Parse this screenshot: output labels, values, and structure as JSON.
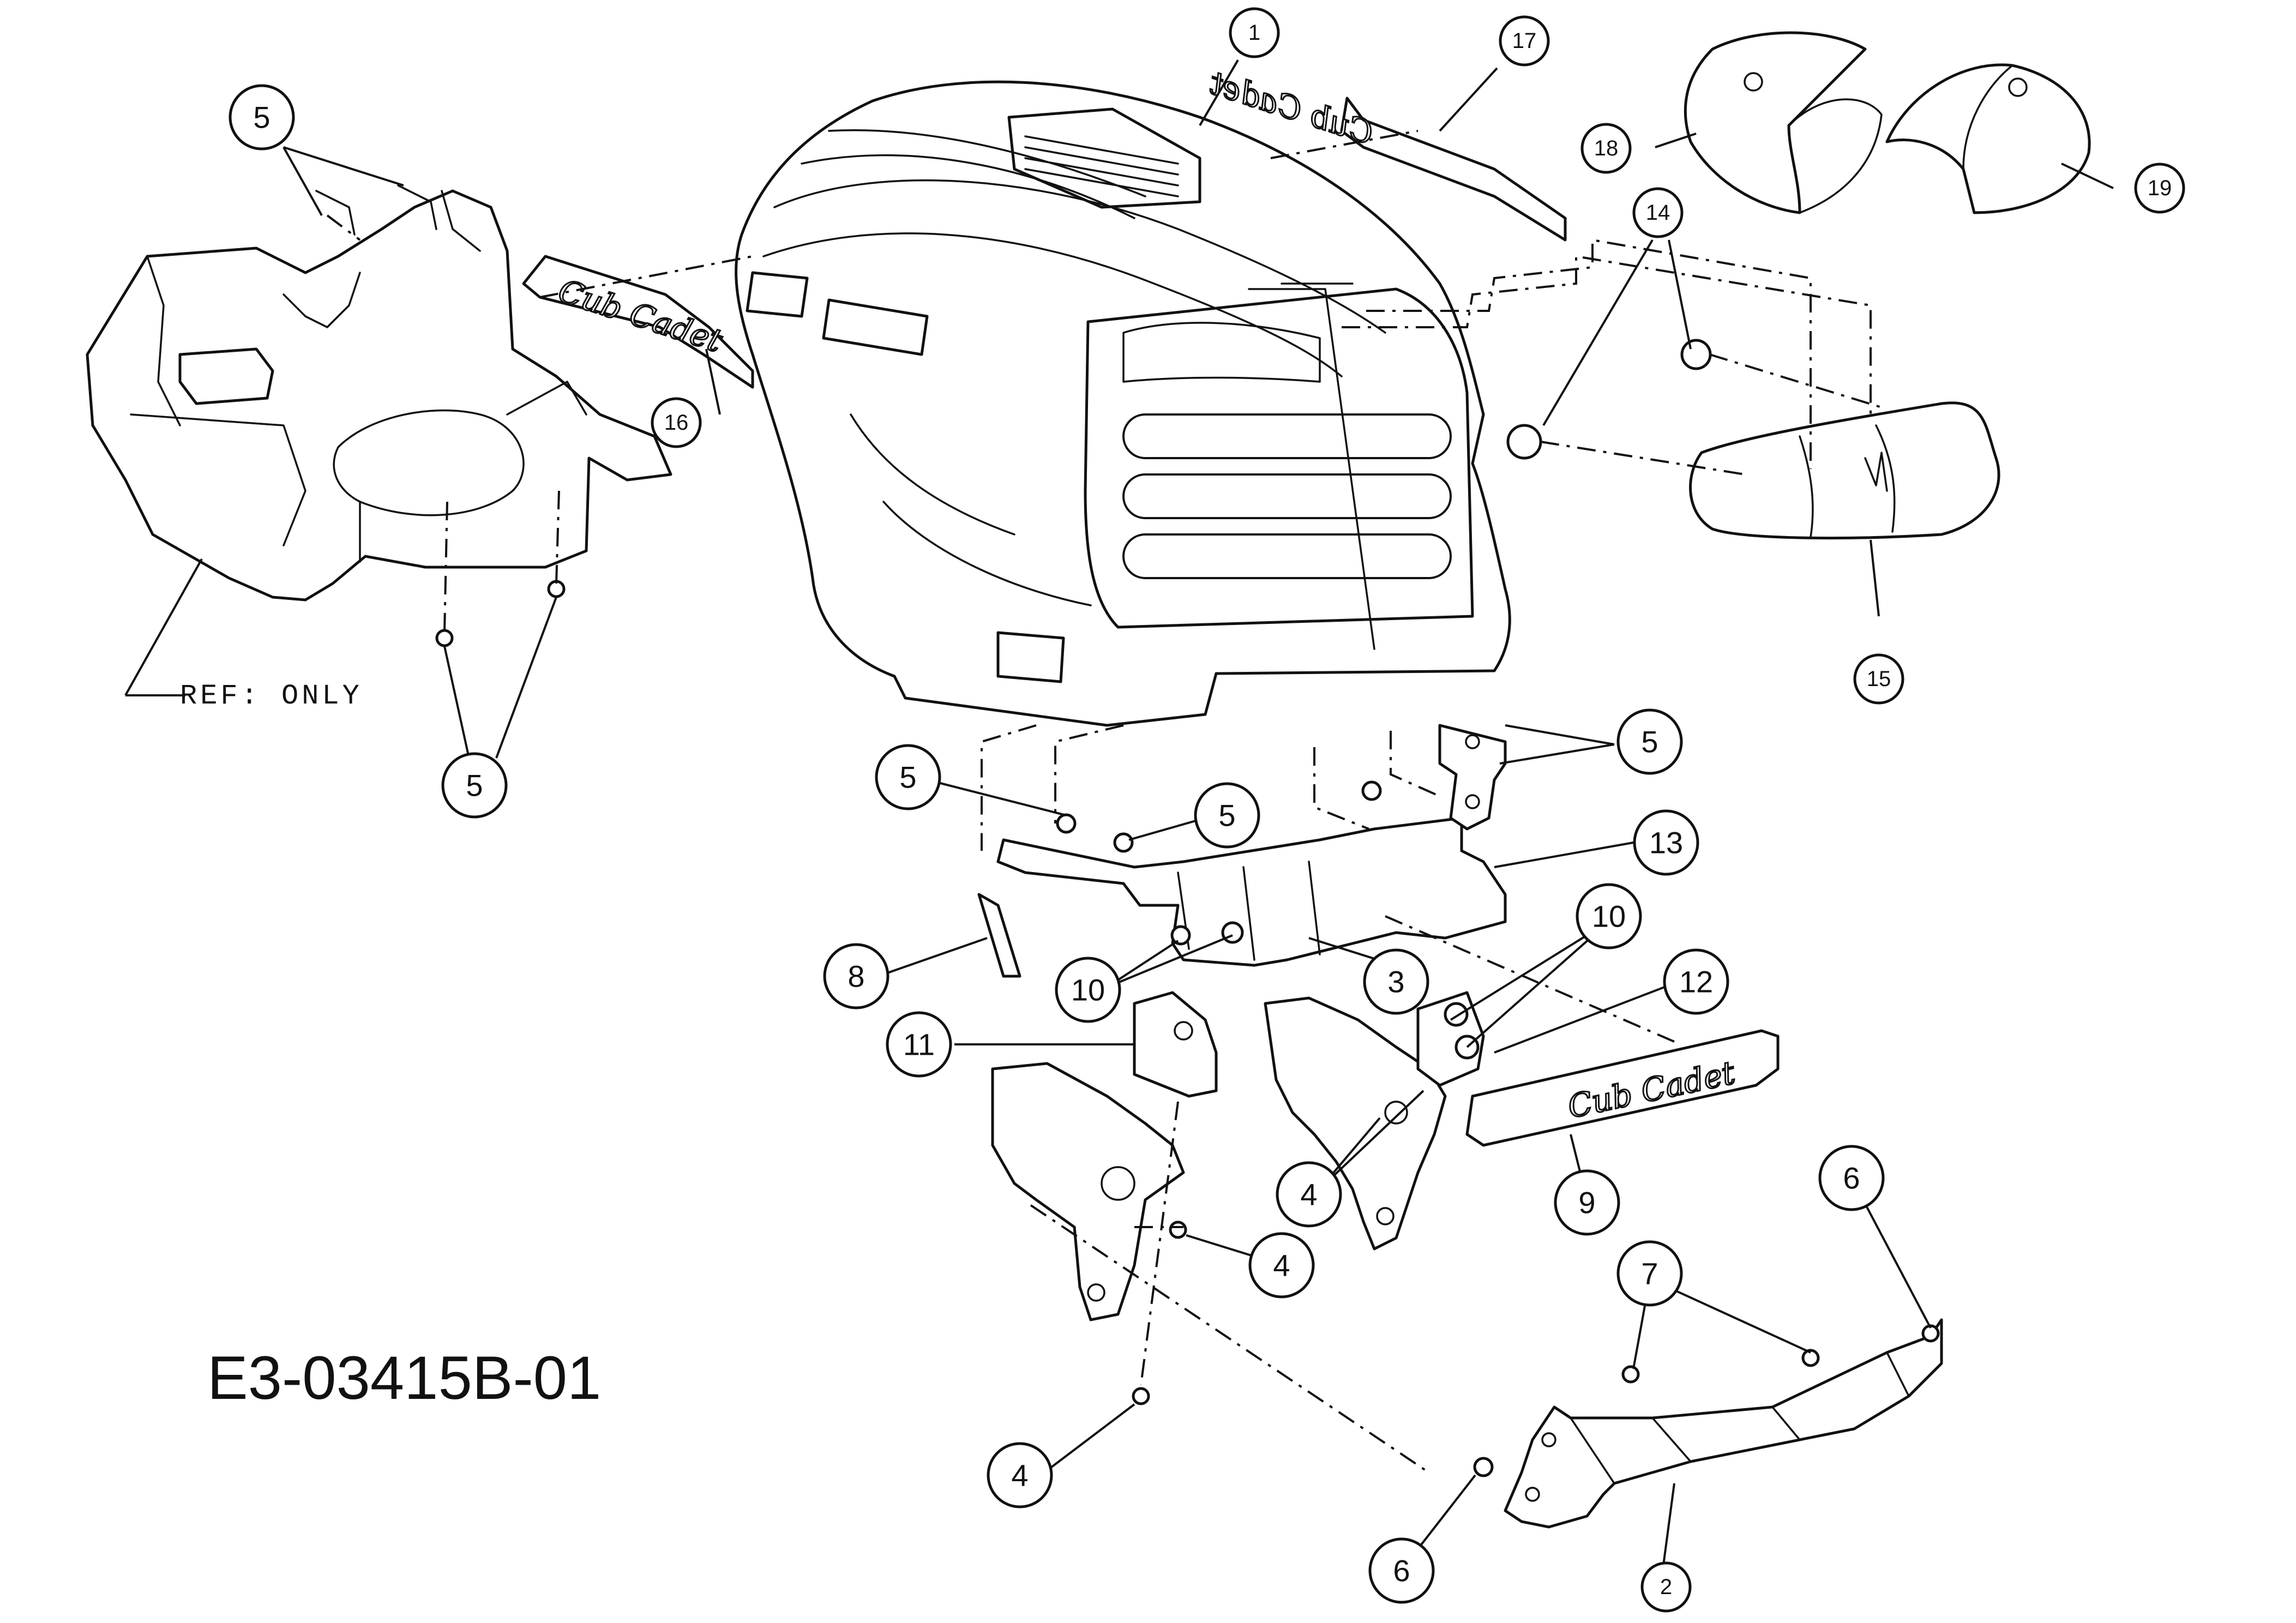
{
  "drawing_code": "E3-03415B-01",
  "ref_note": "REF: ONLY",
  "logo_text": "Cub Cadet",
  "callouts": [
    {
      "label": "1"
    },
    {
      "label": "2"
    },
    {
      "label": "3"
    },
    {
      "label": "4"
    },
    {
      "label": "4"
    },
    {
      "label": "4"
    },
    {
      "label": "5"
    },
    {
      "label": "5"
    },
    {
      "label": "5"
    },
    {
      "label": "5"
    },
    {
      "label": "5"
    },
    {
      "label": "6"
    },
    {
      "label": "6"
    },
    {
      "label": "7"
    },
    {
      "label": "8"
    },
    {
      "label": "9"
    },
    {
      "label": "10"
    },
    {
      "label": "10"
    },
    {
      "label": "11"
    },
    {
      "label": "12"
    },
    {
      "label": "13"
    },
    {
      "label": "14"
    },
    {
      "label": "15"
    },
    {
      "label": "16"
    },
    {
      "label": "17"
    },
    {
      "label": "18"
    },
    {
      "label": "19"
    }
  ]
}
